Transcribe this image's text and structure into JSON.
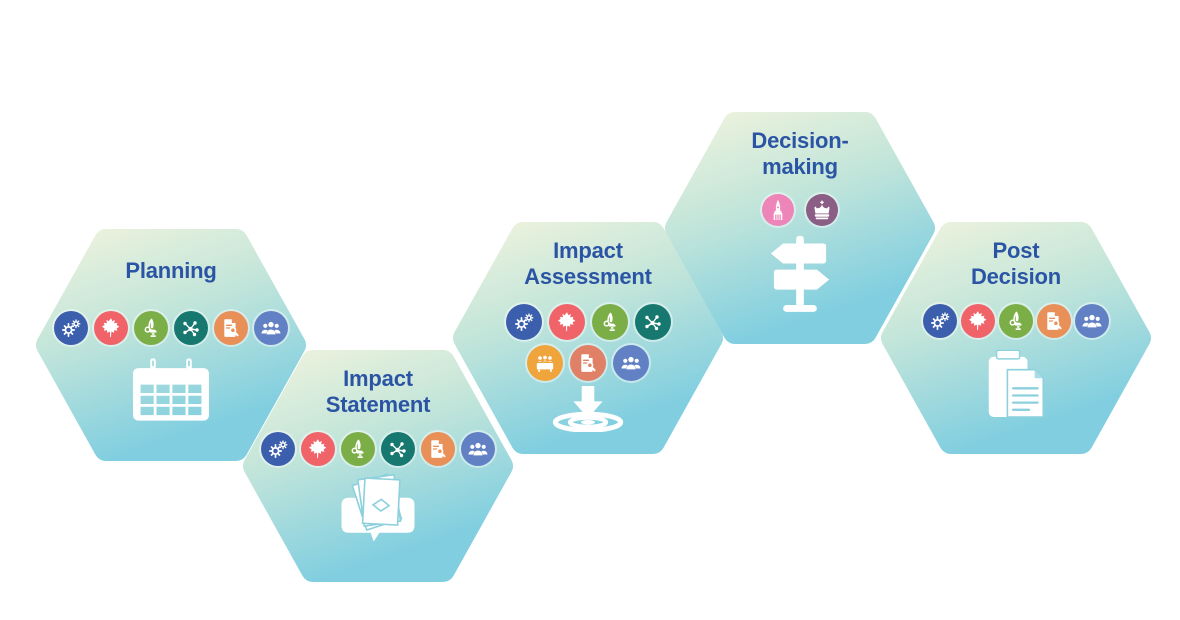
{
  "diagram": {
    "name": "impact-assessment-process",
    "title_color": "#2b55a4",
    "hexagon_gradient": [
      "#ecf2dc",
      "#c2e5da",
      "#80cee0"
    ],
    "phases": [
      {
        "title": "Planning",
        "main_icon": "calendar-icon",
        "icon_rows": [
          [
            {
              "name": "gears-icon",
              "color": "#3b5fad"
            },
            {
              "name": "maple-leaf-icon",
              "color": "#ef6369"
            },
            {
              "name": "indigenous-knowledge-icon",
              "color": "#7cae47"
            },
            {
              "name": "network-icon",
              "color": "#17786f"
            },
            {
              "name": "document-review-icon",
              "color": "#e98f58"
            },
            {
              "name": "people-icon",
              "color": "#6181c4"
            }
          ]
        ]
      },
      {
        "title": "Impact\nStatement",
        "main_icon": "papers-comment-icon",
        "icon_rows": [
          [
            {
              "name": "gears-icon",
              "color": "#3b5fad"
            },
            {
              "name": "maple-leaf-icon",
              "color": "#ef6369"
            },
            {
              "name": "indigenous-knowledge-icon",
              "color": "#7cae47"
            },
            {
              "name": "network-icon",
              "color": "#17786f"
            },
            {
              "name": "document-review-icon",
              "color": "#e98f58"
            },
            {
              "name": "people-icon",
              "color": "#6181c4"
            }
          ]
        ]
      },
      {
        "title": "Impact\nAssessment",
        "main_icon": "arrow-target-icon",
        "icon_rows": [
          [
            {
              "name": "gears-icon",
              "color": "#3b5fad"
            },
            {
              "name": "maple-leaf-icon",
              "color": "#ef6369"
            },
            {
              "name": "indigenous-knowledge-icon",
              "color": "#7cae47"
            },
            {
              "name": "network-icon",
              "color": "#17786f"
            }
          ],
          [
            {
              "name": "review-panel-icon",
              "color": "#f0a53c"
            },
            {
              "name": "document-review-icon",
              "color": "#e08066"
            },
            {
              "name": "people-icon",
              "color": "#6181c4"
            }
          ]
        ]
      },
      {
        "title": "Decision-\nmaking",
        "main_icon": "signpost-icon",
        "icon_rows": [
          [
            {
              "name": "parliament-icon",
              "color": "#ed85b8"
            },
            {
              "name": "crown-icon",
              "color": "#8b5e85"
            }
          ]
        ]
      },
      {
        "title": "Post\nDecision",
        "main_icon": "clipboard-icon",
        "icon_rows": [
          [
            {
              "name": "gears-icon",
              "color": "#3b5fad"
            },
            {
              "name": "maple-leaf-icon",
              "color": "#ef6369"
            },
            {
              "name": "indigenous-knowledge-icon",
              "color": "#7cae47"
            },
            {
              "name": "document-review-icon",
              "color": "#e98f58"
            },
            {
              "name": "people-icon",
              "color": "#6181c4"
            }
          ]
        ]
      }
    ]
  }
}
